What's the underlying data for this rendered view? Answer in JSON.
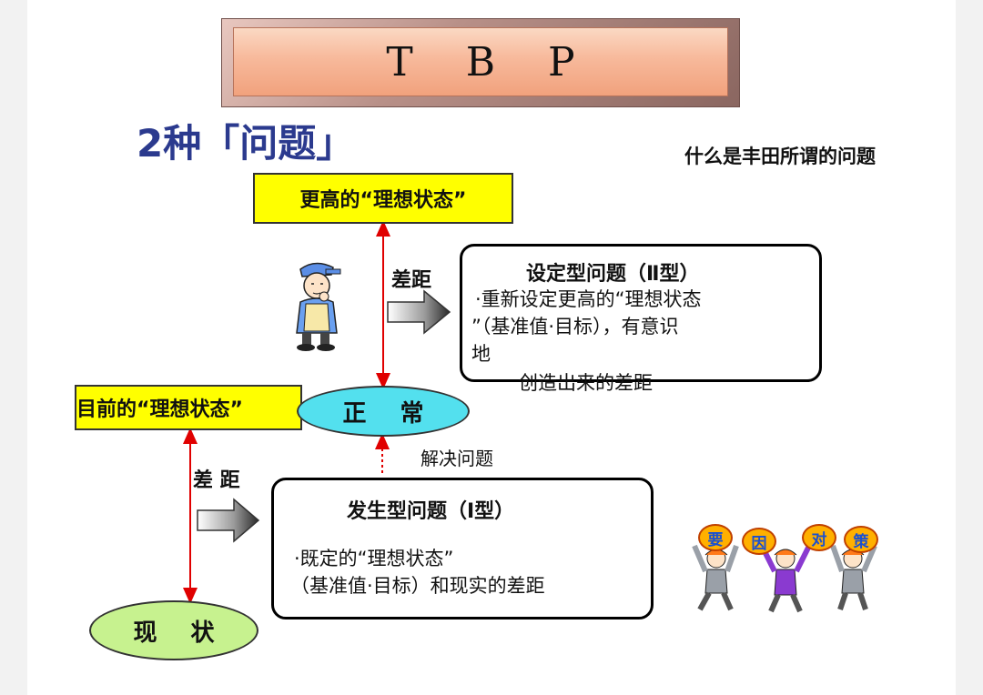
{
  "banner": {
    "title": "T B P"
  },
  "heading": "2种「问题」",
  "question": "什么是丰田所谓的问题",
  "higher_ideal": "更高的“理想状态”",
  "current_ideal": "目前的“理想状态”",
  "normal": "正 常",
  "status": "现 状",
  "gap_upper": "差距",
  "gap_lower": "差 距",
  "solve_problem": "解决问题",
  "type2": {
    "title": "设定型问题（Ⅱ型）",
    "lines": [
      "·重新设定更高的“理想状态",
      "”（基准值·目标），有意识",
      "地",
      "创造出来的差距"
    ]
  },
  "type1": {
    "title": "发生型问题（Ⅰ型）",
    "lines": [
      "·既定的“理想状态”",
      "（基准值·目标）和现实的差距"
    ]
  },
  "sign_chars": [
    "要",
    "因",
    "对",
    "策"
  ],
  "colors": {
    "heading": "#2b3a8e",
    "yellow": "#ffff00",
    "normal_ellipse": "#53e0ee",
    "status_ellipse": "#c7f28f",
    "arrow_red": "#e00000"
  }
}
